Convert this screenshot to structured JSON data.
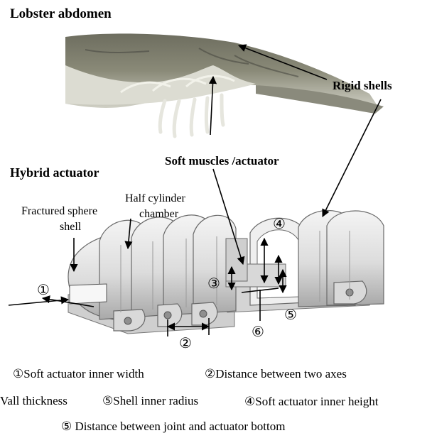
{
  "titles": {
    "lobster": "Lobster abdomen",
    "hybrid": "Hybrid actuator"
  },
  "labels": {
    "rigid_shells": "Rigid shells",
    "soft_muscles": "Soft muscles /actuator",
    "half_cylinder_line1": "Half cylinder",
    "half_cylinder_line2": "chamber",
    "fractured_line1": "Fractured sphere",
    "fractured_line2": "shell"
  },
  "markers": [
    "①",
    "②",
    "③",
    "④",
    "⑤",
    "⑥"
  ],
  "legend": {
    "line1_a": "①Soft actuator inner width",
    "line1_b": "②Distance between two axes",
    "line2_a": "Vall thickness",
    "line2_b": "⑤Shell inner radius",
    "line2_c": "④Soft actuator inner height",
    "line3": "⑤  Distance between joint and actuator bottom"
  },
  "colors": {
    "shell_fill": "#e4e4e4",
    "shell_shade": "#b9b9b9",
    "shell_dark": "#8c8c8c",
    "lobster_dark": "#5d5d52",
    "lobster_light": "#d9d9d0"
  }
}
